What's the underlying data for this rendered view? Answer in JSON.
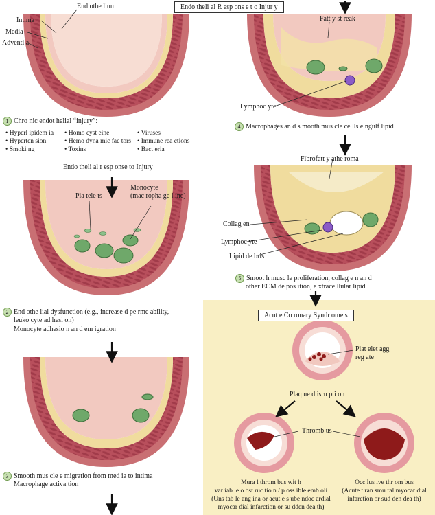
{
  "header": {
    "title": "Endo theli al R esp ons e t o Injur y"
  },
  "panel1": {
    "labels": {
      "endothelium": "End othe lium",
      "intima": "Intima",
      "media": "Media",
      "adventitia": "Adventi a"
    },
    "step_num": "1",
    "step_title": "Chro nic endot helial “injury”:",
    "causes_col1": [
      "Hyperl ipidem ia",
      "Hyperten sion",
      "Smoki ng"
    ],
    "causes_col2": [
      "Homo cyst eine",
      "Hemo dyna mic fac tors",
      "Toxins"
    ],
    "causes_col3": [
      "Viruses",
      "Immune rea ctions",
      "Bact eria"
    ],
    "response_caption": "Endo theli al r esp onse to Injury"
  },
  "panel2": {
    "labels": {
      "platelets": "Pla tele ts",
      "monocyte": "Monocyte",
      "monocyte_sub": "(mac ropha ge l ine)"
    },
    "step_num": "2",
    "lines": [
      "End othe lial dysfunction (e.g., increase d pe rme ability,",
      "leuko cyte ad hesi on)",
      "Monocyte adhesio n an d em igration"
    ]
  },
  "panel3": {
    "step_num": "3",
    "lines": [
      "Smooth mus cle e migration from med ia to intima",
      "Macrophage activa tion"
    ]
  },
  "panel4": {
    "labels": {
      "fatty_streak": "Fatt y st reak",
      "lymphocyte": "Lymphoc yte"
    },
    "step_num": "4",
    "caption": "Macrophages an d s mooth mus cle ce lls e ngulf lipid"
  },
  "panel5": {
    "labels": {
      "fibrofatty": "Fibrofatt y athe roma",
      "collagen": "Collag en",
      "lymphocyte": "Lymphoc yte",
      "lipid_debris": "Lipid de bris"
    },
    "step_num": "5",
    "lines": [
      "Smoot h musc le proliferation, collag e n an d",
      "other ECM de pos ition, e xtrace llular lipid"
    ]
  },
  "acs": {
    "title": "Acut e Co ronary Syndr ome s",
    "platelet_label": "Plat elet agg reg ate",
    "plaque_label": "Plaq ue d isru pti on",
    "thrombus_label": "Thromb us",
    "left_caption": [
      "Mura l throm bus wit h",
      "var iab le o bst ruc tio n / p oss ible emb oli",
      "(Uns tab le ang ina or acut e s ube ndoc ardial",
      "myocar dial infarction or su dden dea th)"
    ],
    "right_caption": [
      "Occ lus ive thr om bus",
      "(Acute t ran smu ral myocar dial",
      "infarction or sud den dea th)"
    ]
  },
  "colors": {
    "adventitia": "#c96f73",
    "media": "#b84f5c",
    "intima": "#f0dc9e",
    "lumen_wall": "#f2c9c0",
    "cell_green": "#6fa86a",
    "lymphocyte": "#8b5cc7",
    "thrombus": "#8e1a1a",
    "acs_bg": "#f9efc4"
  },
  "icons": [
    "arrow-down-icon",
    "arrow-diagonal-icon",
    "step-number-icon"
  ]
}
